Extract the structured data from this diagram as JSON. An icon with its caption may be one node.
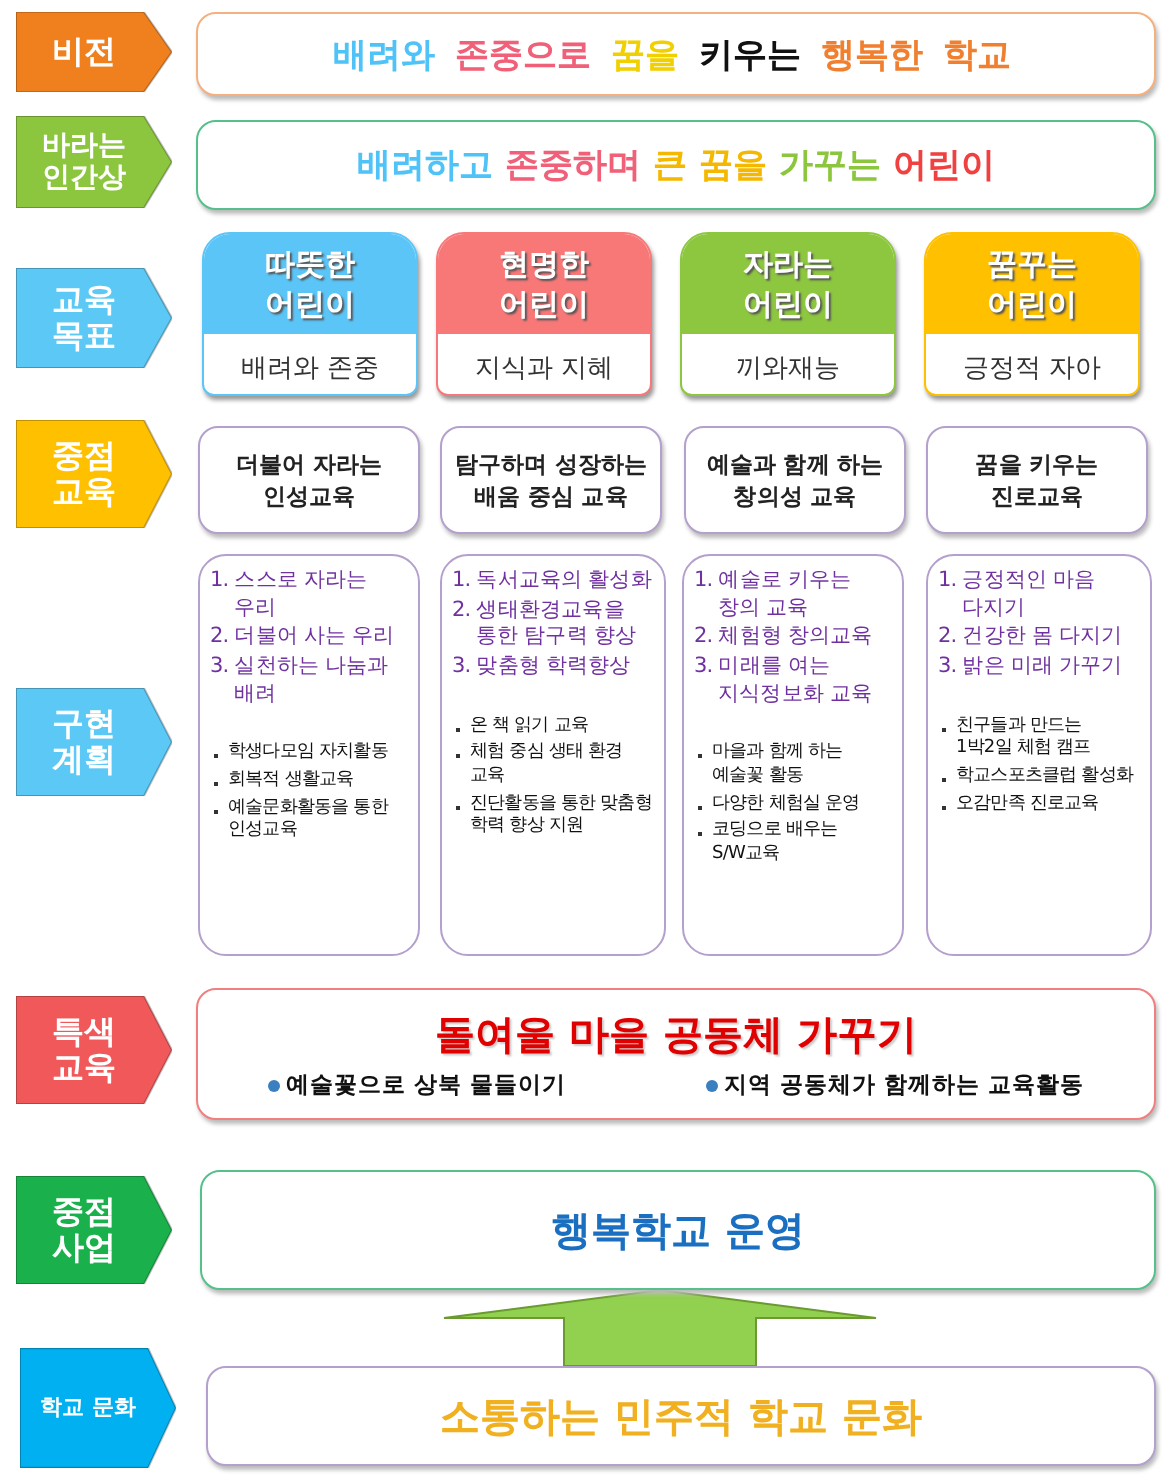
{
  "diagram": {
    "nodes": [
      {
        "text": [
          "비전"
        ]
      },
      {
        "text": [
          "배려와 존중으로 꿈을 키우는 행복한 학교"
        ]
      },
      {
        "text": [
          "바라는 인간상"
        ]
      },
      {
        "text": [
          "배려하고 존중하며 큰 꿈을 가꾸는 어린이"
        ]
      },
      {
        "text": [
          "교육 목표"
        ]
      },
      {
        "text": [
          "따뜻한 어린이",
          "배려와 존중"
        ]
      },
      {
        "text": [
          "현명한 어린이",
          "지식과 지혜"
        ]
      },
      {
        "text": [
          "자라는 어린이",
          "끼와재능"
        ]
      },
      {
        "text": [
          "꿈꾸는 어린이",
          "긍정적 자아"
        ]
      },
      {
        "text": [
          "중점 교육"
        ]
      },
      {
        "text": [
          "더불어 자라는 인성교육"
        ]
      },
      {
        "text": [
          "탐구하며 성장하는 배움 중심 교육"
        ]
      },
      {
        "text": [
          "예술과 함께 하는 창의성 교육"
        ]
      },
      {
        "text": [
          "꿈을 키우는 진로교육"
        ]
      },
      {
        "text": [
          "구현 계획"
        ]
      },
      {
        "text": [
          "1. 스스로 자라는 우리",
          "2. 더불어 사는 우리",
          "3. 실천하는 나눔과 배려",
          "학생다모임 자치활동",
          "회복적 생활교육",
          "예술문화활동을 통한 인성교육"
        ]
      },
      {
        "text": [
          "1. 독서교육의 활성화",
          "2. 생태환경교육을 통한 탐구력 향상",
          "3. 맞춤형 학력향상",
          "온 책 읽기 교육",
          "체험 중심 생태 환경 교육",
          "진단활동을 통한 맞춤형 학력 향상 지원"
        ]
      },
      {
        "text": [
          "1. 예술로 키우는 창의 교육",
          "2. 체험형 창의교육",
          "3. 미래를 여는 지식정보화 교육",
          "마을과 함께 하는 예술꽃 활동",
          "다양한 체험실 운영",
          "코딩으로 배우는 S/W교육"
        ]
      },
      {
        "text": [
          "1. 긍정적인 마음 다지기",
          "2. 건강한 몸 다지기",
          "3. 밝은 미래 가꾸기",
          "친구들과 만드는 1박2일 체험 캠프",
          "학교스포츠클럽 활성화",
          "오감만족 진로교육"
        ]
      },
      {
        "text": [
          "특색 교육"
        ]
      },
      {
        "text": [
          "돌여울 마을 공동체 가꾸기",
          "예술꽃으로 상북 물들이기",
          "지역 공동체가 함께하는 교육활동"
        ]
      },
      {
        "text": [
          "중점 사업"
        ]
      },
      {
        "text": [
          "행복학교 운영"
        ]
      },
      {
        "text": [
          "학교 문화"
        ]
      },
      {
        "text": [
          "소통하는 민주적 학교 문화"
        ]
      }
    ],
    "edges": [
      {
        "from": 24,
        "to": 22,
        "arrow": "to"
      }
    ]
  }
}
